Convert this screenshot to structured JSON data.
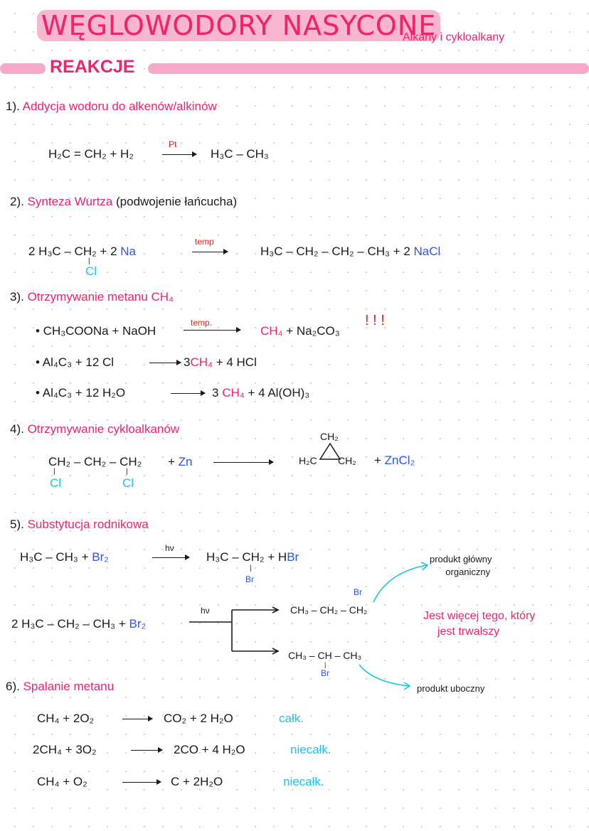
{
  "header": {
    "title_1": "WĘGLOWODORY",
    "title_2": "NASYCONE",
    "subtitle": "Alkany i cykloalkany",
    "section": "REAKCJE"
  },
  "colors": {
    "pink": "#f0246c",
    "highlight": "#f9b6cf",
    "blue": "#3552e0",
    "cyan": "#1fc3e3",
    "red": "#e2231a"
  },
  "s1": {
    "num": "1).",
    "title": "Addycja wodoru do alkenów/alkinów",
    "eq": {
      "left": "H₂C = CH₂  +  H₂",
      "cat": "Pt",
      "right": "H₃C – CH₃"
    }
  },
  "s2": {
    "num": "2).",
    "title": "Synteza Wurtza",
    "note": "(podwojenie łańcucha)",
    "eq": {
      "left": "2 H₃C – CH₂  +  2",
      "na": "Na",
      "cl": "Cl",
      "cat": "temp",
      "right": "H₃C – CH₂ – CH₂ – CH₃  +  2",
      "nacl": "NaCl"
    }
  },
  "s3": {
    "num": "3).",
    "title": "Otrzymywanie metanu",
    "formula": "CH₄",
    "eq1": {
      "left": "• CH₃COONa  +  NaOH",
      "cat": "temp.",
      "ch4": "CH₄",
      "right": "+  Na₂CO₃",
      "marks": "! ! !"
    },
    "eq2": {
      "left": "• Al₄C₃  +  12 Cl",
      "coef": "3",
      "ch4": "CH₄",
      "right": "+  4 HCl"
    },
    "eq3": {
      "left": "• Al₄C₃  +  12 H₂O",
      "coef": "3",
      "ch4": "CH₄",
      "right": "+  4 Al(OH)₃"
    }
  },
  "s4": {
    "num": "4).",
    "title": "Otrzymywanie cykloalkanów",
    "eq": {
      "left": "CH₂ – CH₂ – CH₂",
      "cl1": "Cl",
      "cl2": "Cl",
      "plus": "+",
      "zn": "Zn",
      "top": "CH₂",
      "bl": "H₂C",
      "br": "CH₂",
      "plus2": "+",
      "zncl2": "ZnCl₂"
    }
  },
  "s5": {
    "num": "5).",
    "title": "Substytucja rodnikowa",
    "eq1": {
      "left": "H₃C – CH₃  +",
      "br2": "Br₂",
      "cat": "hν",
      "right": "H₃C – CH₂  +  H",
      "rbr": "Br",
      "sub": "Br"
    },
    "eq2": {
      "left": "2 H₃C – CH₂ – CH₃  +",
      "br2": "Br₂",
      "cat": "hν",
      "p1": "CH₃ – CH₂ – CH₂",
      "p1br": "Br",
      "p2": "CH₃ – CH – CH₃",
      "p2br": "Br"
    },
    "main_product": [
      "produkt główny",
      "organiczny"
    ],
    "note": [
      "Jest więcej tego, który",
      "jest trwalszy"
    ],
    "side_product": "produkt uboczny"
  },
  "s6": {
    "num": "6).",
    "title": "Spalanie metanu",
    "eqs": [
      {
        "eq": "CH₄  +  2O₂",
        "right": "CO₂  +  2 H₂O",
        "type": "całk."
      },
      {
        "eq": "2CH₄  +  3O₂",
        "right": "2CO  +  4 H₂O",
        "type": "niecałk."
      },
      {
        "eq": "CH₄  +  O₂",
        "right": "C  + 2H₂O",
        "type": "niecałk."
      }
    ]
  }
}
